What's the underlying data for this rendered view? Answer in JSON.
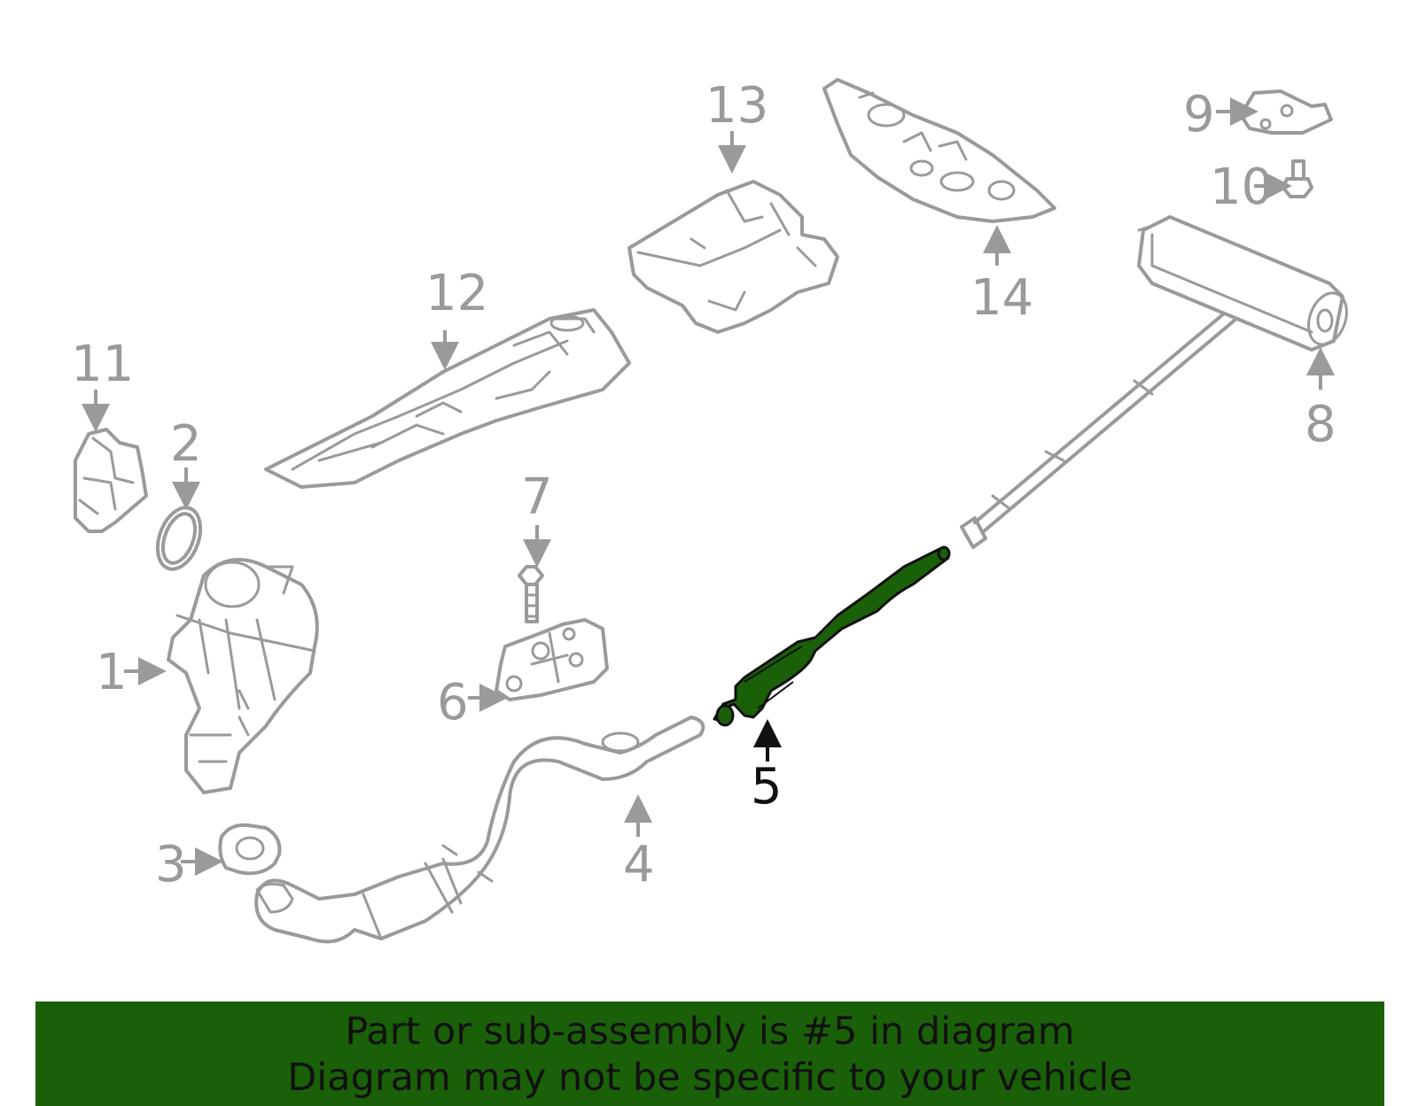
{
  "diagram": {
    "highlight_color": "#1a6008",
    "line_color": "#9a9a9a",
    "highlighted_part": "5",
    "callouts": [
      {
        "id": "1",
        "label": "1"
      },
      {
        "id": "2",
        "label": "2"
      },
      {
        "id": "3",
        "label": "3"
      },
      {
        "id": "4",
        "label": "4"
      },
      {
        "id": "5",
        "label": "5"
      },
      {
        "id": "6",
        "label": "6"
      },
      {
        "id": "7",
        "label": "7"
      },
      {
        "id": "8",
        "label": "8"
      },
      {
        "id": "9",
        "label": "9"
      },
      {
        "id": "10",
        "label": "10"
      },
      {
        "id": "11",
        "label": "11"
      },
      {
        "id": "12",
        "label": "12"
      },
      {
        "id": "13",
        "label": "13"
      },
      {
        "id": "14",
        "label": "14"
      }
    ]
  },
  "banner": {
    "line1": "Part or sub-assembly is #5 in diagram",
    "line2": "Diagram may not be specific to your vehicle",
    "background": "#1a6008"
  }
}
